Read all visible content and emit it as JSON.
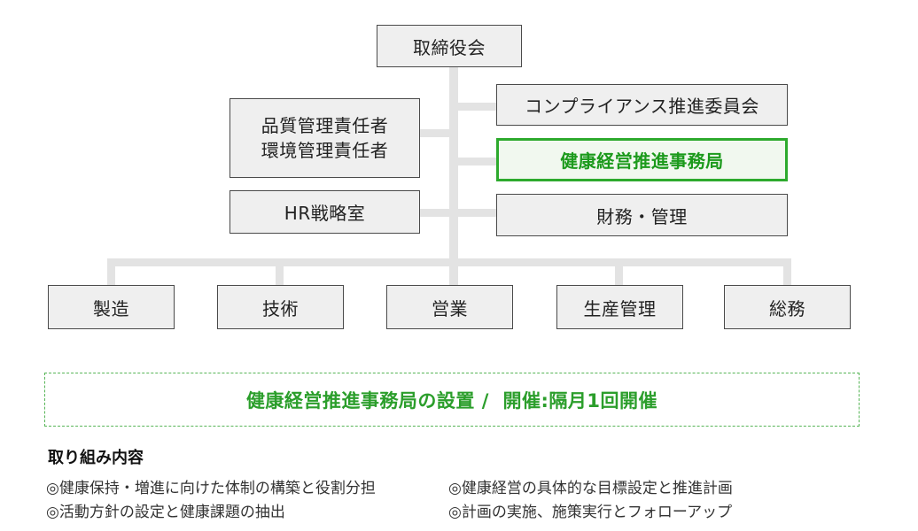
{
  "org_chart": {
    "top": "取締役会",
    "left_boxes": {
      "quality_env": [
        "品質管理責任者",
        "環境管理責任者"
      ],
      "hr": "HR戦略室"
    },
    "right_boxes": {
      "compliance": "コンプライアンス推進委員会",
      "health_office": "健康経営推進事務局",
      "finance": "財務・管理"
    },
    "departments": [
      "製造",
      "技術",
      "営業",
      "生産管理",
      "総務"
    ],
    "highlight_color": "#2daa2d"
  },
  "banner": {
    "text": "健康経営推進事務局の設置 /  開催:隔月1回開催"
  },
  "initiatives": {
    "title": "取り組み内容",
    "left": [
      "◎健康保持・増進に向けた体制の構築と役割分担",
      "◎活動方針の設定と健康課題の抽出"
    ],
    "right": [
      "◎健康経営の具体的な目標設定と推進計画",
      "◎計画の実施、施策実行とフォローアップ"
    ]
  }
}
